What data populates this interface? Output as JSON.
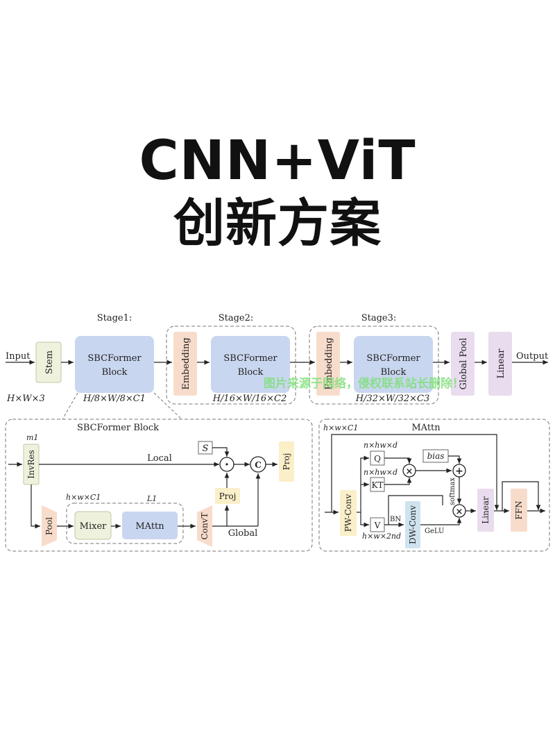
{
  "title": {
    "line1": "CNN+ViT",
    "line2": "创新方案"
  },
  "top": {
    "input": "Input",
    "input_dim": "H×W×3",
    "stem": "Stem",
    "stage1": "Stage1:",
    "stage2": "Stage2:",
    "stage3": "Stage3:",
    "block_l1": "SBCFormer",
    "block_l2": "Block",
    "embedding": "Embedding",
    "dim1": "H/8×W/8×C1",
    "dim2": "H/16×W/16×C2",
    "dim3": "H/32×W/32×C3",
    "global_pool": "Global Pool",
    "linear": "Linear",
    "output": "Output"
  },
  "sbc": {
    "title": "SBCFormer Block",
    "m1": "m1",
    "invres": "InvRes",
    "local": "Local",
    "s": "S",
    "dot": "·",
    "c": "C",
    "proj": "Proj",
    "hwc1": "h×w×C1",
    "l1": "L1",
    "pool": "Pool",
    "mixer": "Mixer",
    "mattn": "MAttn",
    "convt": "ConvT",
    "global": "Global"
  },
  "mattn": {
    "title": "MAttn",
    "hwc1": "h×w×C1",
    "nhwd1": "n×hw×d",
    "q": "Q",
    "nhwd2": "n×hw×d",
    "k": "KT",
    "bias": "bias",
    "softmax": "softmax",
    "pwconv": "PW-Conv",
    "v": "V",
    "bn": "BN",
    "hw2nd": "h×w×2nd",
    "dwconv": "DW-Conv",
    "gelu": "GeLU",
    "times": "×",
    "plus": "+",
    "linear": "Linear",
    "ffn": "FFN"
  },
  "watermark": "图片来源于网络，侵权联系站长删除！",
  "colors": {
    "blue_block": "#c9d6ef",
    "orange_block": "#f8dccb",
    "green_block": "#eef2dc",
    "purple_block": "#e8dcee",
    "yellow_block": "#fbefc9",
    "teal_block": "#cfe3ef",
    "dashed_border": "#777777",
    "watermark": "#7fe07a"
  }
}
